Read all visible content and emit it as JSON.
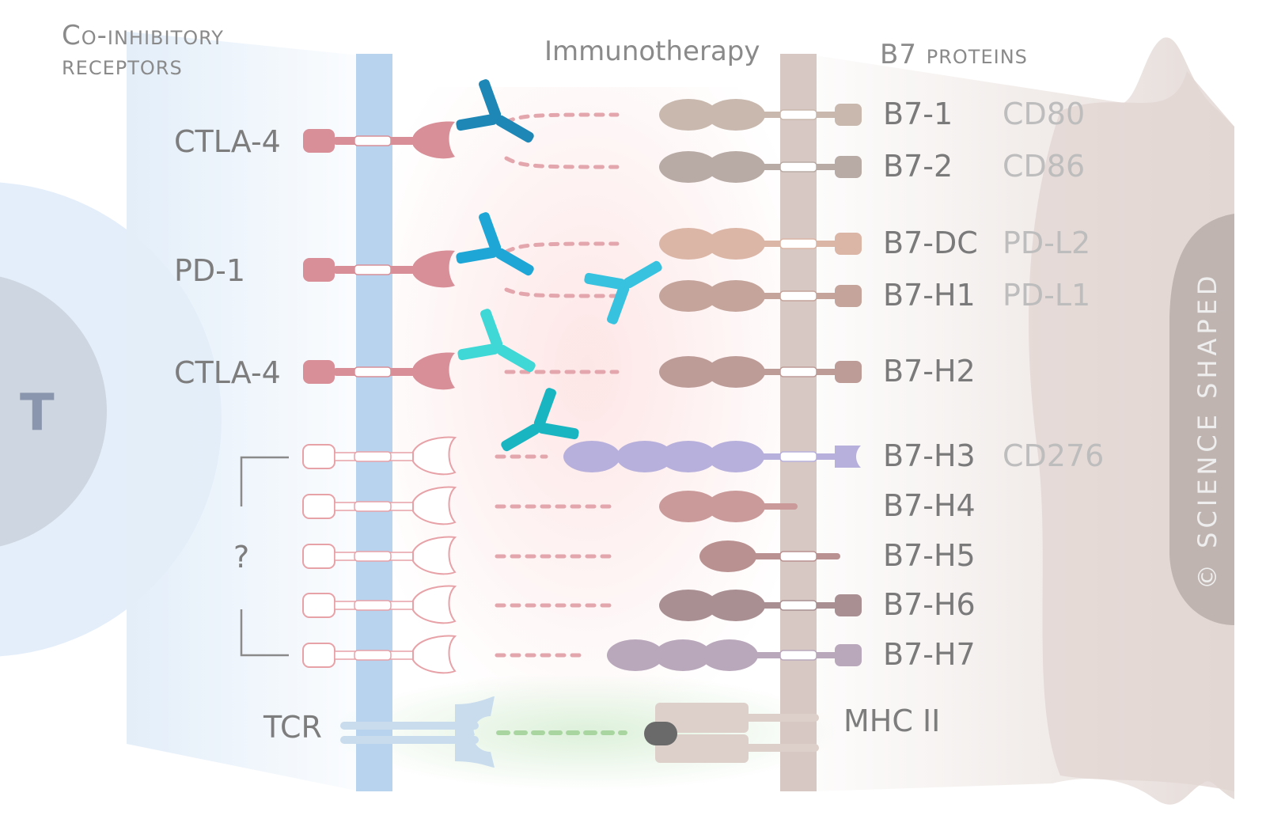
{
  "header": {
    "co_inhibitory": [
      "Co-inhibitory",
      "receptors"
    ],
    "immunotherapy": "Immunotherapy",
    "b7_proteins": "B7 proteins"
  },
  "t_cell_label": "T",
  "receptors": [
    {
      "label": "CTLA-4",
      "row": 0
    },
    {
      "label": "PD-1",
      "row": 2
    },
    {
      "label": "CTLA-4",
      "row": 4
    },
    {
      "label": "?",
      "row": 7
    },
    {
      "label": "TCR",
      "row": 10
    }
  ],
  "ligands": [
    {
      "name": "B7-1",
      "alias": "CD80",
      "color": "#c8b8ad"
    },
    {
      "name": "B7-2",
      "alias": "CD86",
      "color": "#b8aaa4"
    },
    {
      "name": "B7-DC",
      "alias": "PD-L2",
      "color": "#dbb5a5"
    },
    {
      "name": "B7-H1",
      "alias": "PD-L1",
      "color": "#c4a49b"
    },
    {
      "name": "B7-H2",
      "alias": "",
      "color": "#bd9c98"
    },
    {
      "name": "B7-H3",
      "alias": "CD276",
      "color": "#b8b0dc"
    },
    {
      "name": "B7-H4",
      "alias": "",
      "color": "#c99a99"
    },
    {
      "name": "B7-H5",
      "alias": "",
      "color": "#b99190"
    },
    {
      "name": "B7-H6",
      "alias": "",
      "color": "#a98f92"
    },
    {
      "name": "B7-H7",
      "alias": "",
      "color": "#b9a7bb"
    }
  ],
  "mhc_label": "MHC II",
  "copyright": "© SCIENCE SHAPED",
  "colors": {
    "t_membrane": "#b8d3ee",
    "apc_membrane": "#d8c8c3",
    "receptor_pink": "#d98f98",
    "antibody_dark": "#1e87b5",
    "antibody_mid": "#1ea7d6",
    "antibody_light": "#37c2df",
    "antibody_cyan": "#3fd8d6",
    "antibody_teal": "#19b6c2"
  }
}
